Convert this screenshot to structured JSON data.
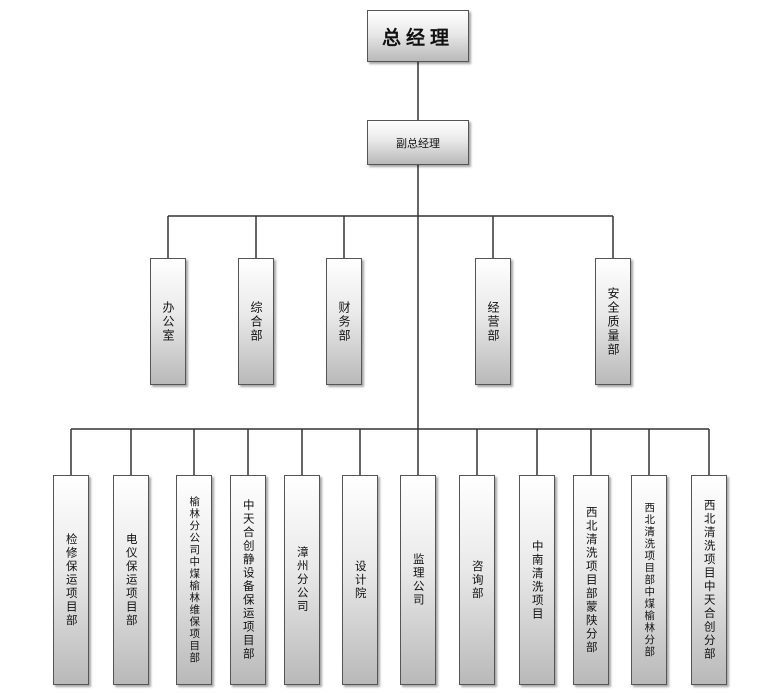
{
  "org_chart": {
    "top": "总经理",
    "vice": "副总经理",
    "departments": [
      "办公室",
      "综合部",
      "财务部",
      "经营部",
      "安全质量部"
    ],
    "projects": [
      "检修保运项目部",
      "电仪保运项目部",
      "榆林分公司中煤榆林维保项目部",
      "中天合创静设备保运项目部",
      "漳州分公司",
      "设计院",
      "监理公司",
      "咨询部",
      "中南清洗项目",
      "西北清洗项目部蒙陕分部",
      "西北清洗项目部中煤榆林分部",
      "西北清洗项目中天合创分部"
    ]
  }
}
